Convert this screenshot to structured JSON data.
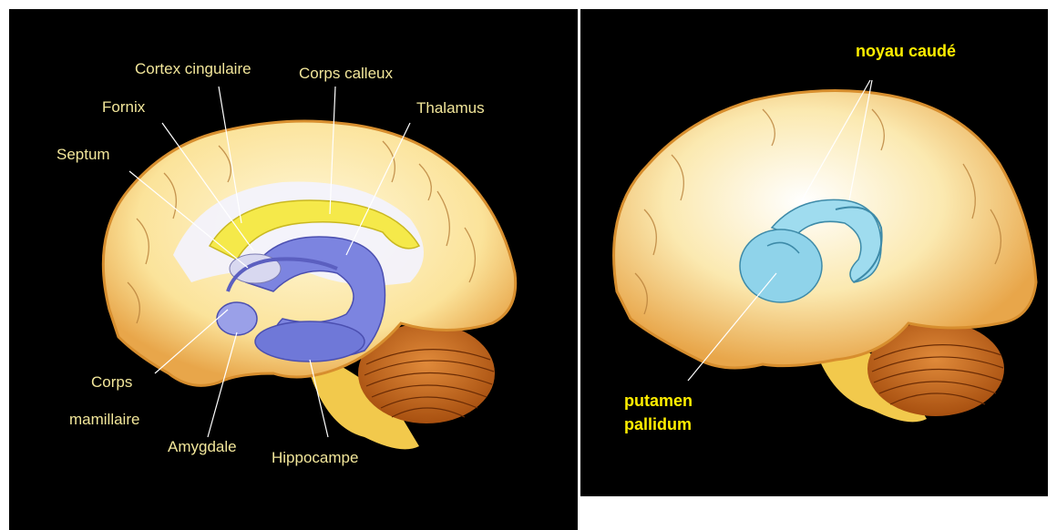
{
  "left": {
    "labels": {
      "cortex_cingulaire": "Cortex cingulaire",
      "corps_calleux": "Corps calleux",
      "fornix": "Fornix",
      "thalamus": "Thalamus",
      "septum": "Septum",
      "corps": "Corps",
      "mamillaire": "mamillaire",
      "amygdale": "Amygdale",
      "hippocampe": "Hippocampe"
    }
  },
  "right": {
    "labels": {
      "noyau_caude": "noyau caudé",
      "putamen": "putamen",
      "pallidum": "pallidum"
    }
  },
  "colors": {
    "background": "#000000",
    "label_text": "#f2e69a",
    "label_bold": "#ffee00",
    "brain_fill": "#fbe39a",
    "limbic_blue": "#7c84e0",
    "callosum_yellow": "#f5e94a",
    "basal_ganglia": "#8fd3ea",
    "cerebellum": "#c86a1c"
  }
}
